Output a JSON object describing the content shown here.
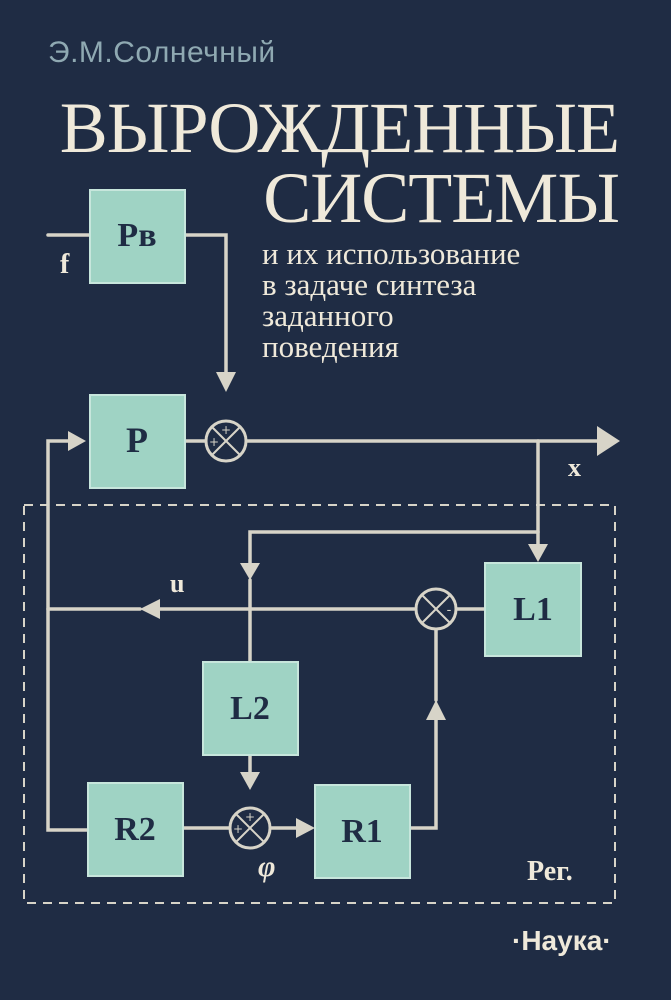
{
  "author": "Э.М.Солнечный",
  "title": [
    "ВЫРОЖДЕННЫЕ",
    "СИСТЕМЫ"
  ],
  "subtitle": [
    "и их использование",
    "в задаче синтеза",
    "заданного",
    "поведения"
  ],
  "publisher": "·Наука·",
  "colors": {
    "background": "#1f2c44",
    "block_fill": "#9fd3c4",
    "line": "#d7d4c8",
    "title": "#efe9da",
    "author": "#8fa9b2"
  },
  "diagram": {
    "blocks": [
      "Pв",
      "P",
      "L1",
      "L2",
      "R2",
      "R1"
    ],
    "signals": [
      "f",
      "x",
      "u",
      "φ"
    ],
    "region_label": "Рег."
  }
}
